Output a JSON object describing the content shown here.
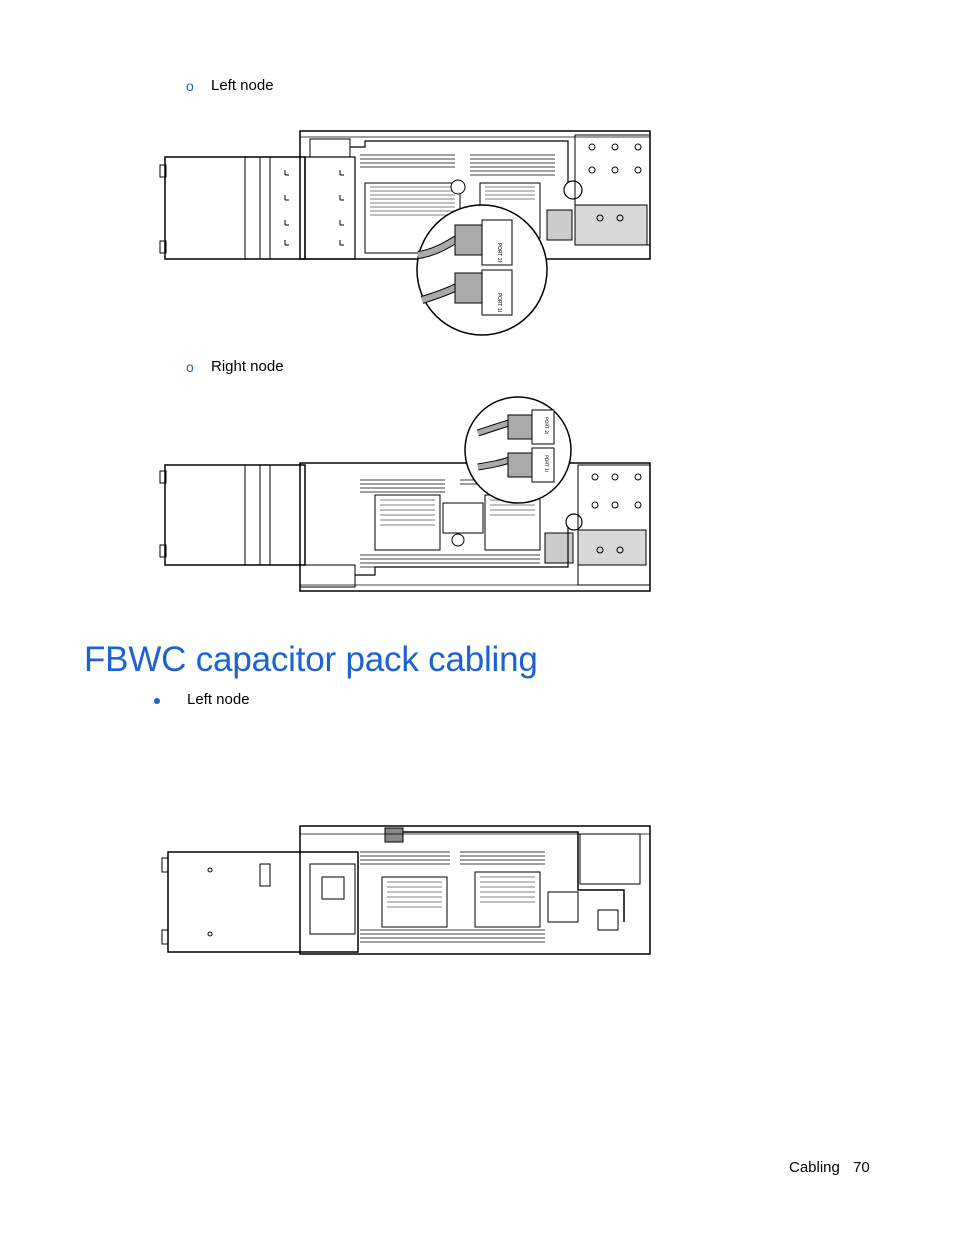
{
  "list_top": [
    {
      "marker": "o",
      "label": "Left node"
    },
    {
      "marker": "o",
      "label": "Right node"
    }
  ],
  "section": {
    "title": "FBWC capacitor pack cabling",
    "items": [
      {
        "marker": "•",
        "label": "Left node"
      }
    ]
  },
  "figures": [
    {
      "name": "left-node-cabling-diagram",
      "callout_labels": [
        "PORT 2I",
        "PORT 1I"
      ]
    },
    {
      "name": "right-node-cabling-diagram",
      "callout_labels": [
        "PORT 2I",
        "PORT 1I"
      ]
    },
    {
      "name": "fbwc-left-node-diagram"
    }
  ],
  "footer": {
    "section": "Cabling",
    "page": "70"
  },
  "colors": {
    "accent": "#1a62d6",
    "line": "#000000"
  }
}
